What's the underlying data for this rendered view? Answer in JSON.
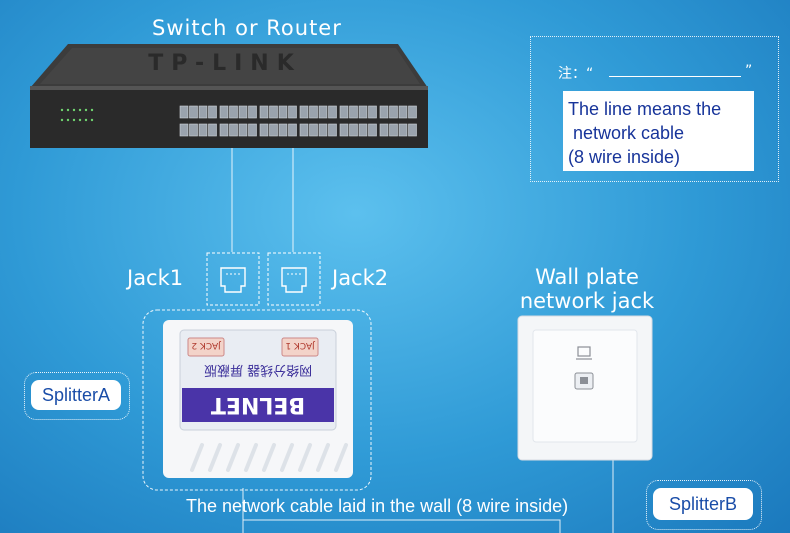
{
  "diagram": {
    "title": "Switch or Router",
    "switch_brand": "TP-LINK",
    "jack1_label": "Jack1",
    "jack2_label": "Jack2",
    "wall_plate_label_line1": "Wall plate",
    "wall_plate_label_line2": "network jack",
    "note": {
      "prefix": "注：“",
      "suffix": "”",
      "text": "The line means the\n network cable\n(8 wire inside)"
    },
    "splitter_a_label": "SplitterA",
    "splitter_b_label": "SplitterB",
    "splitter_device": {
      "sticker_jack2": "JACK 2",
      "sticker_jack1": "JACK 1",
      "chinese_text": "网络分线器 屏蔽版",
      "brand": "BELNET"
    },
    "bottom_caption": "The network cable laid in the wall (8 wire inside)",
    "colors": {
      "background": "#2f9ad6",
      "note_text": "#17349a",
      "tag_text": "#1a4da8",
      "splitter_band": "#4a34a8"
    },
    "icons": [
      "switch-device",
      "jack-icon",
      "wall-plate",
      "splitter-device",
      "computer-icon",
      "phone-jack-icon"
    ]
  }
}
